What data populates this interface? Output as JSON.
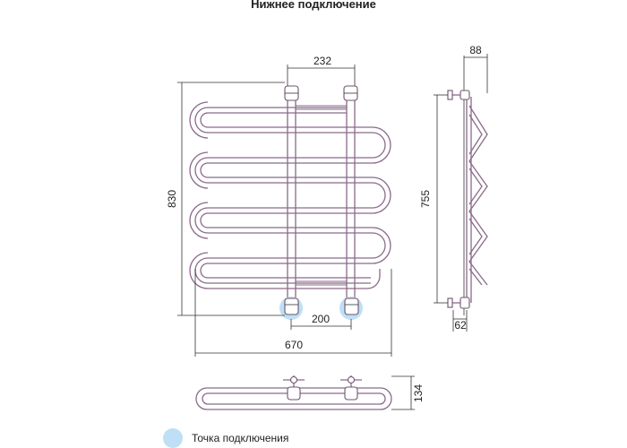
{
  "title": "Нижнее подключение",
  "dimensions": {
    "top_axis": "232",
    "overall_height": "830",
    "axis_height": "755",
    "bottom_axis": "200",
    "overall_width": "670",
    "depth": "88",
    "wall_offset": "62",
    "bottom_view_depth": "134"
  },
  "legend": {
    "label": "Точка подключения",
    "color": "#b8dcf4"
  },
  "colors": {
    "pipe": "#8a6a8a",
    "connection_point": "#b8dcf4"
  }
}
